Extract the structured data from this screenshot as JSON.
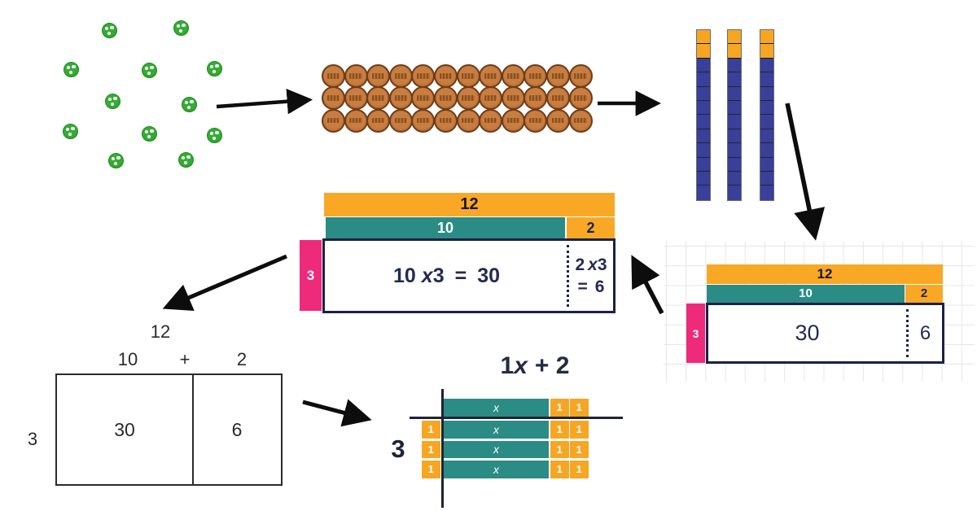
{
  "palette": {
    "orange": "#F9A825",
    "teal": "#2A8C85",
    "pink": "#EE2A7B",
    "navy_border": "#1B2245",
    "navy_text": "#232A52",
    "rod_blue": "#3A3F99",
    "counter_green": "#2EA62E",
    "coin_copper": "#C0763B",
    "arrow_black": "#0D0D0D",
    "grid_line": "#E6E6E9",
    "rect_ink": "#2B2B2B"
  },
  "counters": {
    "count": 12,
    "pips_per_counter": 3,
    "positions": [
      [
        134,
        37
      ],
      [
        222,
        34
      ],
      [
        87,
        85
      ],
      [
        183,
        86
      ],
      [
        263,
        84
      ],
      [
        138,
        124
      ],
      [
        232,
        128
      ],
      [
        86,
        161
      ],
      [
        183,
        164
      ],
      [
        263,
        166
      ],
      [
        142,
        197
      ],
      [
        228,
        196
      ]
    ]
  },
  "coins": {
    "rows": 3,
    "cols": 12,
    "total": 36
  },
  "rods": {
    "count": 3,
    "ones_per_rod": 2,
    "tens_per_rod": 10,
    "units_per_rod": 12
  },
  "grid_model": {
    "total": "12",
    "tens": "10",
    "ones": "2",
    "height": "3",
    "tens_product": "30",
    "ones_product": "6"
  },
  "expanded_model": {
    "total": "12",
    "tens": "10",
    "ones": "2",
    "height": "3",
    "tens_eq": {
      "a": "10",
      "x": "x",
      "b": "3",
      "eq": "=",
      "product": "30"
    },
    "ones_eq": {
      "a": "2",
      "x": "x",
      "b": "3",
      "eq": "=",
      "value": "6"
    }
  },
  "rect_model": {
    "total": "12",
    "tens": "10",
    "plus": "+",
    "ones": "2",
    "height": "3",
    "tens_product": "30",
    "ones_product": "6"
  },
  "tiles_model": {
    "title": {
      "coef": "1",
      "var": "x",
      "rest": "+ 2"
    },
    "height": "3",
    "rows_below_line": 3,
    "left_units_per_row": 1,
    "right_units_per_row": 2,
    "x_label": "x",
    "unit_label": "1"
  }
}
